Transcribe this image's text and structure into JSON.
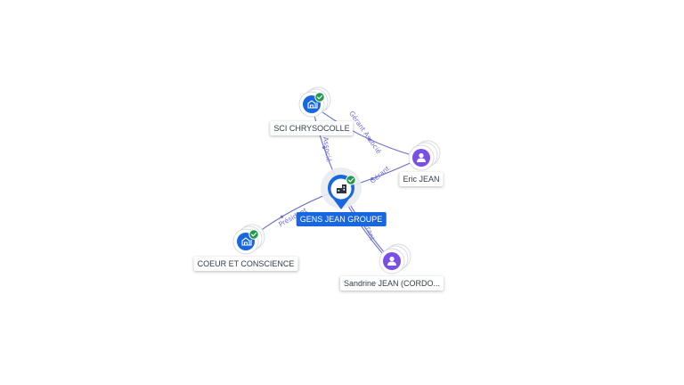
{
  "colors": {
    "company": "#1667e0",
    "person": "#7a4fe6",
    "verified": "#1f9a4e",
    "link": "#6b6fd0"
  },
  "nodes": [
    {
      "id": "main",
      "type": "company",
      "label": "GENS JEAN GROUPE",
      "verified": true,
      "primary": true,
      "icon": "building-icon"
    },
    {
      "id": "sci",
      "type": "company",
      "label": "SCI CHRYSOCOLLE",
      "verified": true,
      "icon": "building-icon"
    },
    {
      "id": "coeur",
      "type": "company",
      "label": "COEUR ET CONSCIENCE",
      "verified": true,
      "icon": "building-icon"
    },
    {
      "id": "eric",
      "type": "person",
      "label": "Eric JEAN",
      "icon": "person-icon"
    },
    {
      "id": "sandrine",
      "type": "person",
      "label": "Sandrine JEAN (CORDO...",
      "icon": "person-icon"
    }
  ],
  "edges": [
    {
      "from": "sci",
      "to": "main",
      "label": "Associé"
    },
    {
      "from": "eric",
      "to": "sci",
      "label": "Gérant Associé"
    },
    {
      "from": "eric",
      "to": "main",
      "label": "Gérant"
    },
    {
      "from": "main",
      "to": "coeur",
      "label": "Président"
    },
    {
      "from": "sandrine",
      "to": "main",
      "label": "Gérant"
    }
  ]
}
